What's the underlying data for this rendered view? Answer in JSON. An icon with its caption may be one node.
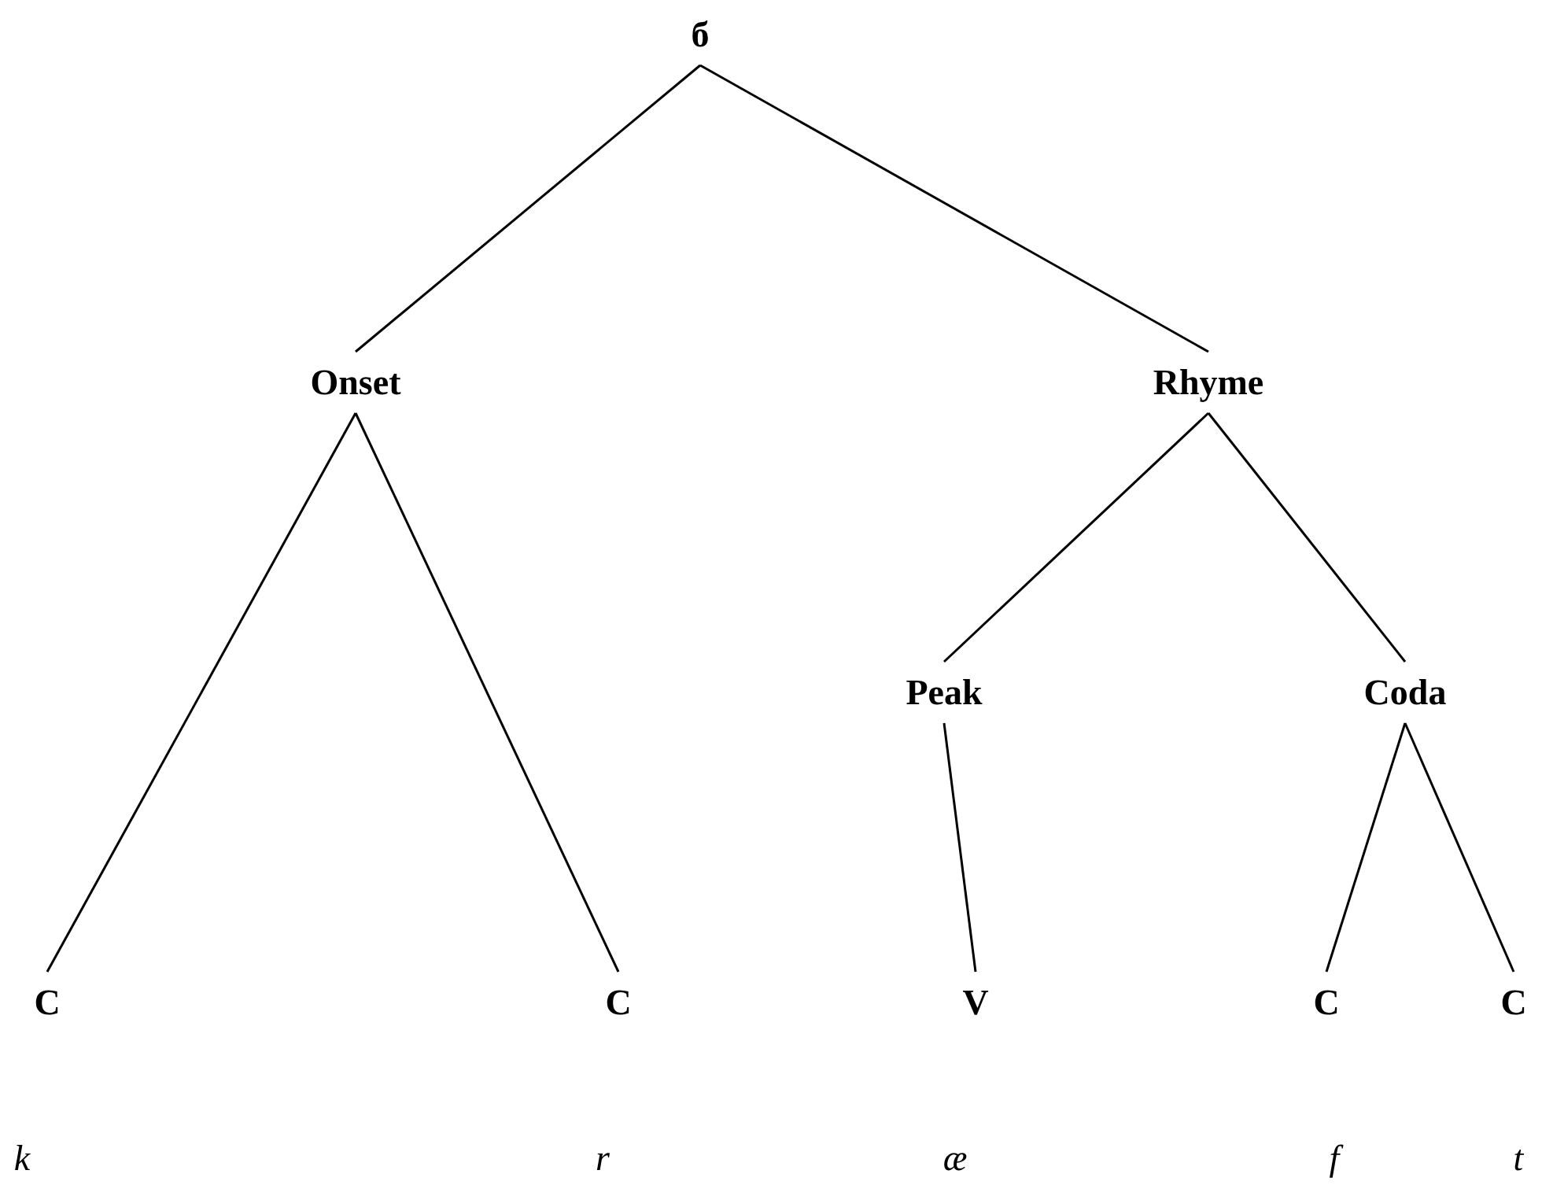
{
  "diagram": {
    "nodes": [
      {
        "text": [
          "б"
        ]
      },
      {
        "text": [
          "Onset"
        ]
      },
      {
        "text": [
          "Rhyme"
        ]
      },
      {
        "text": [
          "Peak"
        ]
      },
      {
        "text": [
          "Coda"
        ]
      },
      {
        "text": [
          "C"
        ]
      },
      {
        "text": [
          "C"
        ]
      },
      {
        "text": [
          "V"
        ]
      },
      {
        "text": [
          "C"
        ]
      },
      {
        "text": [
          "C"
        ]
      }
    ],
    "edges": [
      {
        "from": 0,
        "to": 1,
        "arrow": "none"
      },
      {
        "from": 0,
        "to": 2,
        "arrow": "none"
      },
      {
        "from": 1,
        "to": 5,
        "arrow": "none"
      },
      {
        "from": 1,
        "to": 6,
        "arrow": "none"
      },
      {
        "from": 2,
        "to": 3,
        "arrow": "none"
      },
      {
        "from": 2,
        "to": 4,
        "arrow": "none"
      },
      {
        "from": 3,
        "to": 7,
        "arrow": "none"
      },
      {
        "from": 4,
        "to": 8,
        "arrow": "none"
      },
      {
        "from": 4,
        "to": 9,
        "arrow": "none"
      }
    ],
    "labels": [
      "k",
      "r",
      "æ",
      "f",
      "t"
    ]
  }
}
